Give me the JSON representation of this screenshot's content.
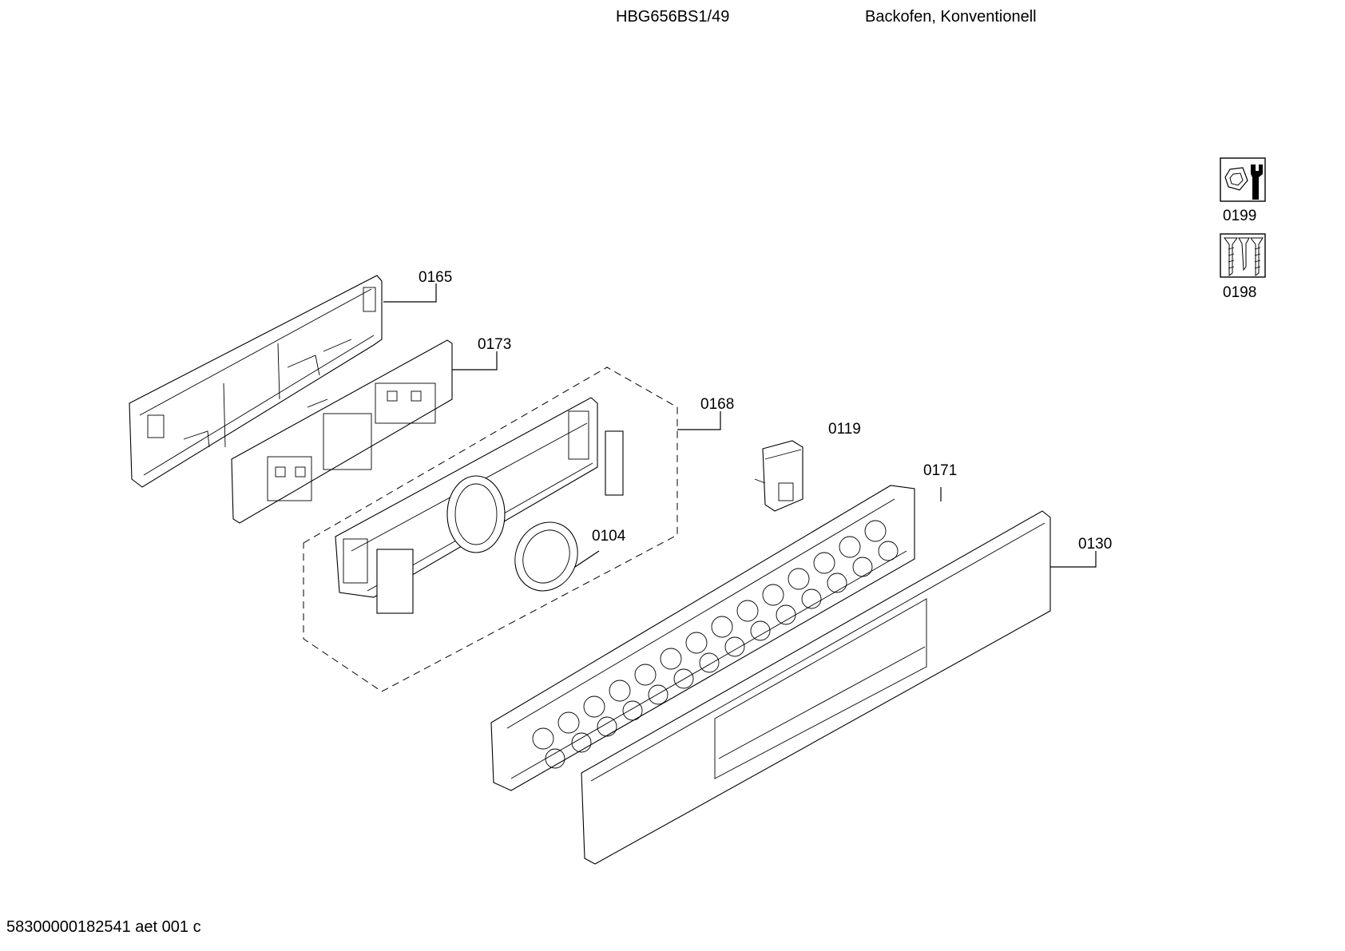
{
  "header": {
    "model": "HBG656BS1/49",
    "description": "Backofen, Konventionell"
  },
  "footer": "58300000182541 aet 001 c",
  "labels": {
    "p0165": "0165",
    "p0173": "0173",
    "p0168": "0168",
    "p0119": "0119",
    "p0171": "0171",
    "p0104": "0104",
    "p0130": "0130",
    "p0199": "0199",
    "p0198": "0198"
  },
  "icons": {
    "tools": "wrench-nut-icon",
    "screws": "screws-icon"
  }
}
